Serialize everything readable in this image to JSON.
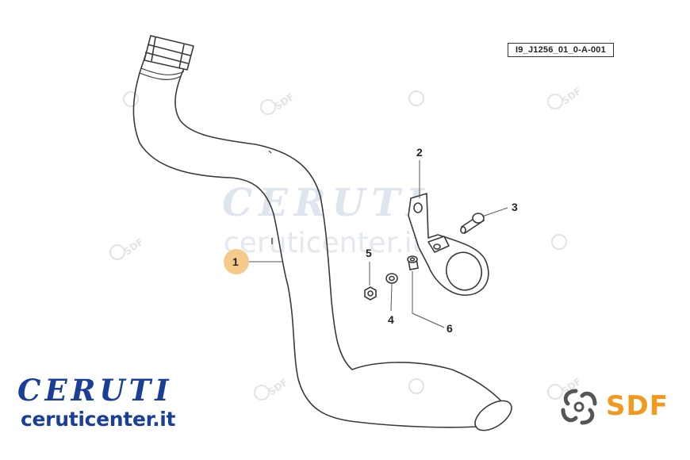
{
  "drawing": {
    "code": "I9_J1256_01_0-A-001",
    "callouts": [
      {
        "label": "1"
      },
      {
        "label": "2"
      },
      {
        "label": "3"
      },
      {
        "label": "4"
      },
      {
        "label": "5"
      },
      {
        "label": "6"
      }
    ],
    "highlight_color": "#f5c98a"
  },
  "watermark": {
    "brand": "CERUTI",
    "site": "ceruticenter.it",
    "sdf": "SDF"
  },
  "branding": {
    "ceruti_wordmark": "CERUTI",
    "ceruti_site": "ceruticenter.it",
    "sdf_name": "SDF",
    "ceruti_color": "#1b3f96",
    "sdf_color": "#f29a1d",
    "sdf_logo_color": "#555555"
  }
}
